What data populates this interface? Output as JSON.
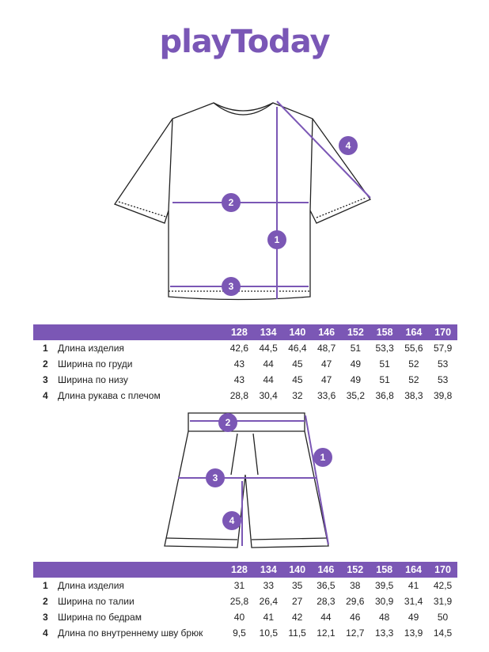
{
  "brand": "playToday",
  "colors": {
    "accent": "#7b57b5"
  },
  "sizes": [
    "128",
    "134",
    "140",
    "146",
    "152",
    "158",
    "164",
    "170"
  ],
  "tshirt_table": {
    "rows": [
      {
        "num": "1",
        "label": "Длина изделия",
        "values": [
          "42,6",
          "44,5",
          "46,4",
          "48,7",
          "51",
          "53,3",
          "55,6",
          "57,9"
        ]
      },
      {
        "num": "2",
        "label": "Ширина по груди",
        "values": [
          "43",
          "44",
          "45",
          "47",
          "49",
          "51",
          "52",
          "53"
        ]
      },
      {
        "num": "3",
        "label": "Ширина по низу",
        "values": [
          "43",
          "44",
          "45",
          "47",
          "49",
          "51",
          "52",
          "53"
        ]
      },
      {
        "num": "4",
        "label": "Длина рукава с плечом",
        "values": [
          "28,8",
          "30,4",
          "32",
          "33,6",
          "35,2",
          "36,8",
          "38,3",
          "39,8"
        ]
      }
    ]
  },
  "shorts_table": {
    "rows": [
      {
        "num": "1",
        "label": "Длина изделия",
        "values": [
          "31",
          "33",
          "35",
          "36,5",
          "38",
          "39,5",
          "41",
          "42,5"
        ]
      },
      {
        "num": "2",
        "label": "Ширина по талии",
        "values": [
          "25,8",
          "26,4",
          "27",
          "28,3",
          "29,6",
          "30,9",
          "31,4",
          "31,9"
        ]
      },
      {
        "num": "3",
        "label": "Ширина по бедрам",
        "values": [
          "40",
          "41",
          "42",
          "44",
          "46",
          "48",
          "49",
          "50"
        ]
      },
      {
        "num": "4",
        "label": "Длина по внутреннему шву брюк",
        "values": [
          "9,5",
          "10,5",
          "11,5",
          "12,1",
          "12,7",
          "13,3",
          "13,9",
          "14,5"
        ]
      }
    ]
  },
  "markers": {
    "m1": "1",
    "m2": "2",
    "m3": "3",
    "m4": "4"
  }
}
